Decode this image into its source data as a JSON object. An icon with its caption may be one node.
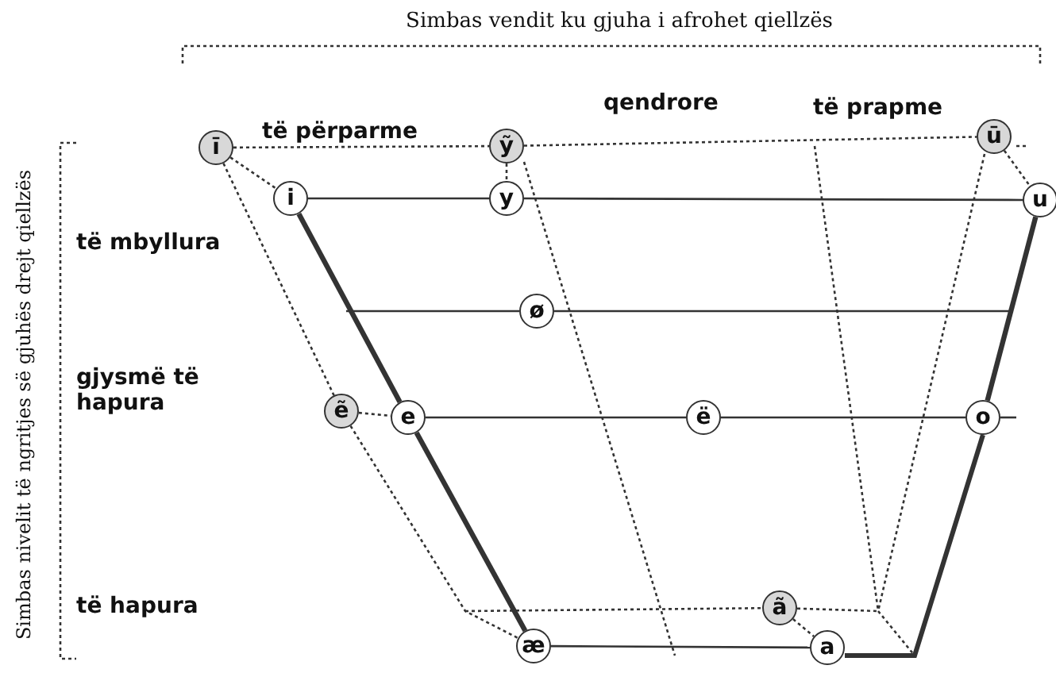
{
  "diagram": {
    "nodes": [
      {
        "text": [
          "ī"
        ]
      },
      {
        "text": [
          "ỹ"
        ]
      },
      {
        "text": [
          "ū"
        ]
      },
      {
        "text": [
          "i"
        ]
      },
      {
        "text": [
          "y"
        ]
      },
      {
        "text": [
          "u"
        ]
      },
      {
        "text": [
          "ø"
        ]
      },
      {
        "text": [
          "ẽ"
        ]
      },
      {
        "text": [
          "e"
        ]
      },
      {
        "text": [
          "ë"
        ]
      },
      {
        "text": [
          "o"
        ]
      },
      {
        "text": [
          "ã"
        ]
      },
      {
        "text": [
          "æ"
        ]
      },
      {
        "text": [
          "a"
        ]
      }
    ],
    "edges": [
      {
        "from": 0,
        "to": 1,
        "arrow": "none",
        "style": "dashed"
      },
      {
        "from": 1,
        "to": 2,
        "arrow": "none",
        "style": "dashed"
      },
      {
        "from": 0,
        "to": 3,
        "arrow": "none",
        "style": "dashed"
      },
      {
        "from": 1,
        "to": 4,
        "arrow": "none",
        "style": "dashed"
      },
      {
        "from": 2,
        "to": 5,
        "arrow": "none",
        "style": "dashed"
      },
      {
        "from": 3,
        "to": 4,
        "arrow": "none"
      },
      {
        "from": 4,
        "to": 5,
        "arrow": "none"
      },
      {
        "from": 3,
        "to": 8,
        "arrow": "none",
        "style": "thick"
      },
      {
        "from": 5,
        "to": 10,
        "arrow": "none",
        "style": "thick"
      },
      {
        "from": 7,
        "to": 8,
        "arrow": "none",
        "style": "dashed"
      },
      {
        "from": 8,
        "to": 9,
        "arrow": "none"
      },
      {
        "from": 9,
        "to": 10,
        "arrow": "none"
      },
      {
        "from": 8,
        "to": 12,
        "arrow": "none",
        "style": "thick"
      },
      {
        "from": 0,
        "to": 7,
        "arrow": "none",
        "style": "dashed"
      },
      {
        "from": 11,
        "to": 13,
        "arrow": "none",
        "style": "dashed"
      },
      {
        "from": 12,
        "to": 13,
        "arrow": "none"
      },
      {
        "from": null,
        "to": 6,
        "arrow": "none"
      },
      {
        "from": 6,
        "to": null,
        "arrow": "none"
      },
      {
        "from": 7,
        "to": 12,
        "arrow": "none",
        "style": "dashed"
      },
      {
        "from": null,
        "to": 11,
        "arrow": "none",
        "style": "dashed"
      },
      {
        "from": 11,
        "to": null,
        "arrow": "none",
        "style": "dashed"
      }
    ],
    "labels": [
      "Simbas vendit ku gjuha i afrohet qiellzës",
      "të përparme",
      "qendrore",
      "të prapme",
      "të mbyllura",
      "gjysmë të hapura",
      "të hapura",
      "Simbas nivelit të ngritjes së gjuhës drejt qiellzës"
    ]
  }
}
